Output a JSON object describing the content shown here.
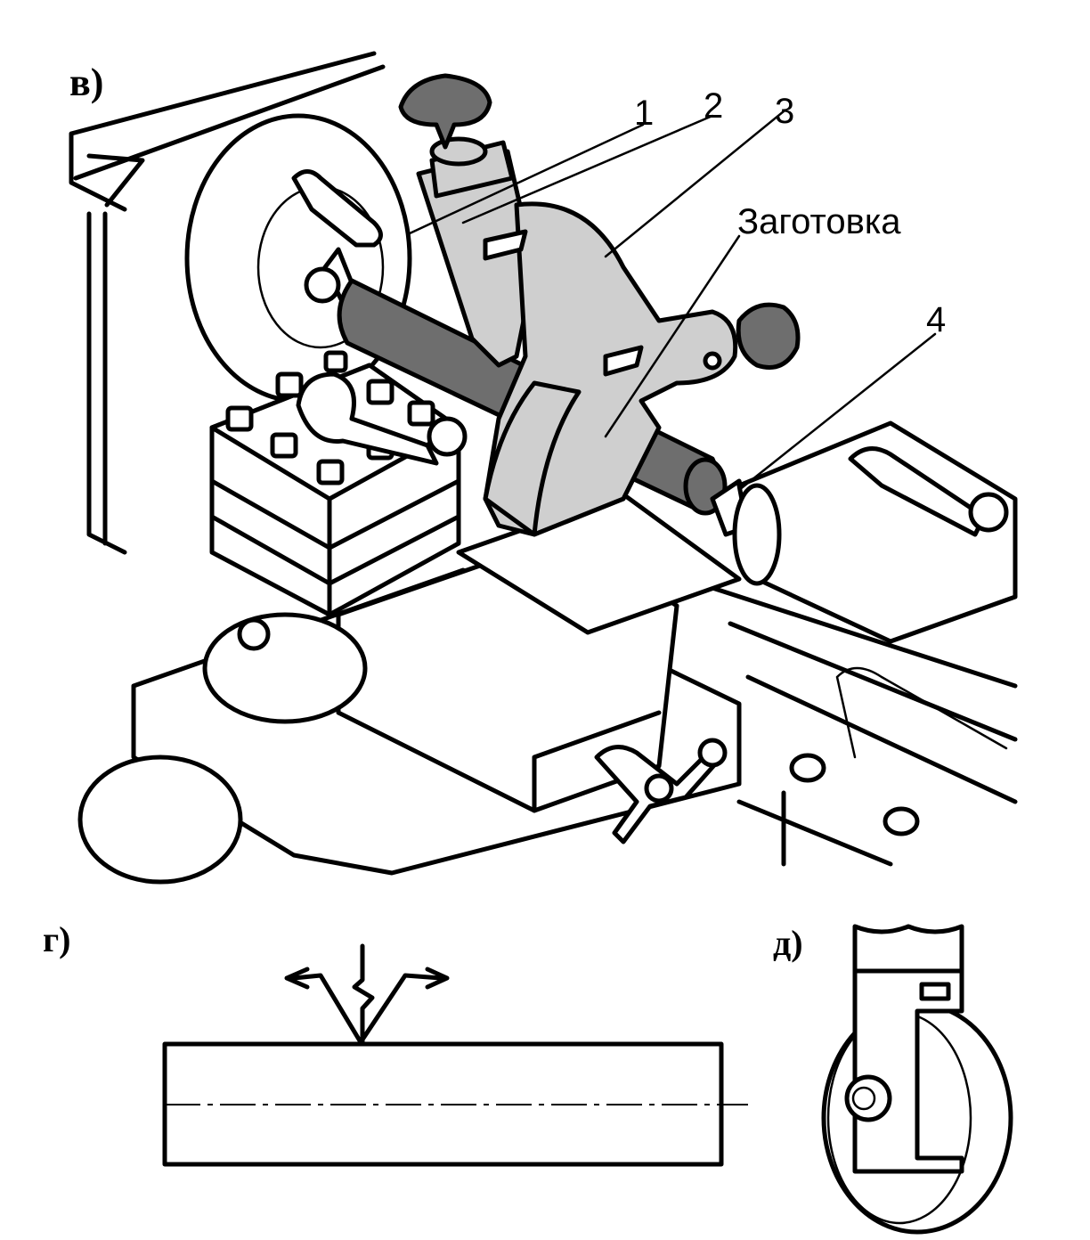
{
  "panels": {
    "v": {
      "label": "в)"
    },
    "g": {
      "label": "г)"
    },
    "d": {
      "label": "д)"
    }
  },
  "callouts": {
    "c1": "1",
    "c2": "2",
    "c3": "3",
    "c4": "4",
    "workpiece": "Заготовка"
  }
}
